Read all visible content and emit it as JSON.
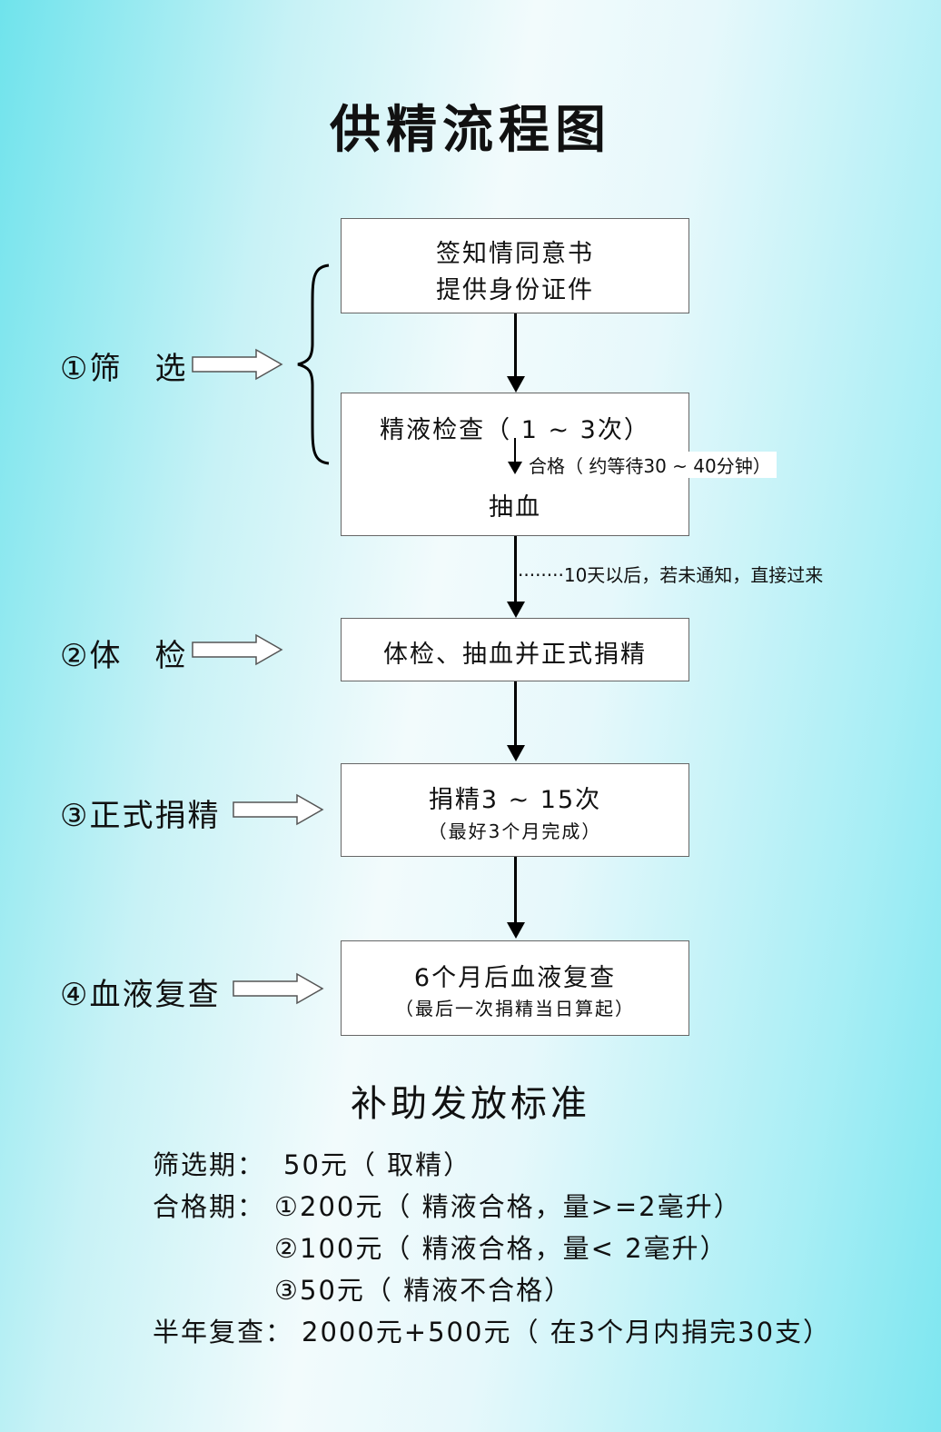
{
  "title": "供精流程图",
  "stages": [
    {
      "label": "①筛　选"
    },
    {
      "label": "②体　检"
    },
    {
      "label": "③正式捐精"
    },
    {
      "label": "④血液复查"
    }
  ],
  "boxes": {
    "consent": {
      "line1": "签知情同意书",
      "line2": "提供身份证件"
    },
    "semen_check": {
      "line1": "精液检查（ 1 ~ 3次）",
      "pass_note": "合格（ 约等待30 ~ 40分钟）",
      "line2": "抽血"
    },
    "wait_note": "········10天以后，若未通知，直接过来",
    "exam": {
      "line1": "体检、抽血并正式捐精"
    },
    "donate": {
      "line1": "捐精3 ~ 15次",
      "line2": "（最好3个月完成）"
    },
    "recheck": {
      "line1": "6个月后血液复查",
      "line2": "（最后一次捐精当日算起）"
    }
  },
  "subsidy": {
    "title": "补助发放标准",
    "rows": [
      {
        "label": "筛选期：",
        "value": "50元（ 取精）"
      },
      {
        "label": "合格期：",
        "value": "①200元（ 精液合格，量>=2毫升）"
      },
      {
        "label": "",
        "value": "②100元（ 精液合格，量< 2毫升）"
      },
      {
        "label": "",
        "value": "③50元（ 精液不合格）"
      },
      {
        "label": "半年复查：",
        "value": "2000元+500元（ 在3个月内捐完30支）"
      }
    ]
  }
}
